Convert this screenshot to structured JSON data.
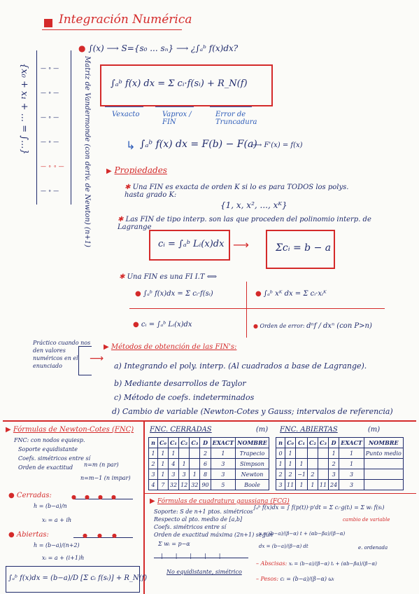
{
  "title": "Integración Numérica",
  "top": {
    "question": "∫(x) ⟶ S={s₀ ... sₙ} ⟶ ¿∫ₐᵇ f(x)dx?",
    "main_formula": "∫ₐᵇ f(x) dx = Σ cᵢ·f(sᵢ) + R_N(f)",
    "labels": [
      "Vexacto",
      "Vaprox / FIN",
      "Error de Truncadura"
    ],
    "ftc": "∫ₐᵇ f(x) dx = F(b) − F(a)",
    "ftc_deriv": "F'(x) = f(x)"
  },
  "side": {
    "vertical_note": "Matriz de Vandermonde (con deriv. de Newton) (n+1)",
    "system": "{x₀ + x₁ + ... = ∫...}"
  },
  "props": {
    "heading": "Propiedades",
    "p1": "Una FIN es exacta de orden K si lo es para TODOS los polys. hasta grado K:",
    "p1_set": "{1, x, x², ..., xᴷ}",
    "p2": "Las FIN de tipo interp. son las que proceden del polinomio interp. de Lagrange",
    "ci_formula": "cᵢ = ∫ₐᵇ Lᵢ(x)dx",
    "sum_formula": "Σcᵢ = b − a",
    "p3": "Una FIN es una FI I.T ⟺",
    "p3_f1": "∫ₐᵇ f(x)dx = Σ cᵢ·f(sᵢ)",
    "p3_f2": "∫ₐᵇ xᴷ dx = Σ cᵢ·xᵢᴷ",
    "p3_f3": "cᵢ = ∫ₐᵇ Lᵢ(x)dx",
    "p3_f4_label": "Orden de error:",
    "p3_f4": "dⁿf / dxⁿ (con P>n)"
  },
  "methods": {
    "side_note": "Práctico cuando nos den valores numéricos en el enunciado",
    "heading": "Métodos de obtención de las FIN's:",
    "items": [
      "a) Integrando el poly. interp. (Al cuadrados a base de Lagrange).",
      "b) Mediante desarrollos de Taylor",
      "c) Método de coefs. indeterminados",
      "d) Cambio de variable (Newton-Cotes y Gauss; intervalos de referencia)"
    ]
  },
  "nc": {
    "heading": "Fórmulas de Newton-Cotes (FNC)",
    "items": [
      "FNC: con nodos equiesp.",
      "Soporte equidistante",
      "Coefs. simétricos entre sí",
      "Orden de exactitud"
    ],
    "order1": "n=m (n par)",
    "order2": "n=m−1 (n impar)",
    "cerradas": "Cerradas:",
    "cerradas_h": "h = (b−a)/n",
    "cerradas_x": "xᵢ = a + ih",
    "abiertas": "Abiertas:",
    "abiertas_h": "h = (b−a)/(n+2)",
    "abiertas_x": "xᵢ = a + (i+1)h",
    "bottom_formula": "∫ₐᵇ f(x)dx = (b−a)/D [Σ cᵢ f(sᵢ)] + R_N(f)"
  },
  "table_c": {
    "title": "FNC. CERRADAS",
    "m_label": "(m)",
    "headers": [
      "n",
      "C₀",
      "C₁",
      "C₂",
      "C₃",
      "D",
      "EXACT",
      "NOMBRE"
    ],
    "rows": [
      [
        "1",
        "1",
        "1",
        "",
        "",
        "2",
        "1",
        "Trapecio"
      ],
      [
        "2",
        "1",
        "4",
        "1",
        "",
        "6",
        "3",
        "Simpson"
      ],
      [
        "3",
        "1",
        "3",
        "3",
        "1",
        "8",
        "3",
        "Newton"
      ],
      [
        "4",
        "7",
        "32",
        "12",
        "32",
        "90",
        "5",
        "Boole"
      ]
    ]
  },
  "table_a": {
    "title": "FNC. ABIERTAS",
    "m_label": "(m)",
    "headers": [
      "n",
      "C₀",
      "C₁",
      "C₂",
      "C₃",
      "D",
      "EXACT",
      "NOMBRE"
    ],
    "rows": [
      [
        "0",
        "1",
        "",
        "",
        "",
        "1",
        "1",
        "Punto medio"
      ],
      [
        "1",
        "1",
        "1",
        "",
        "",
        "2",
        "1",
        ""
      ],
      [
        "2",
        "2",
        "−1",
        "2",
        "",
        "3",
        "3",
        ""
      ],
      [
        "3",
        "11",
        "1",
        "1",
        "11",
        "24",
        "3",
        ""
      ]
    ]
  },
  "gauss": {
    "heading": "Fórmulas de cuadratura gaussiana (FCG)",
    "items": [
      "Soporte: S de n+1 ptos. simétricos",
      "Respecto al pto. medio de [a,b]",
      "Coefs. simétricos entre sí",
      "Orden de exactitud máxima (2n+1) según"
    ],
    "sum_nodes": "Σ wᵢ = p−α",
    "note": "No equidistante, simétrico",
    "formula": "∫ₐᵇ f(x)dx = ∫ f(p(t))·p'dt = Σ cᵢ·g(tᵢ) = Σ wᵢ f(sᵢ)",
    "change": "cambio de variable",
    "x_map": "x = (b−a)/(β−α) t + (αb−βa)/(β−α)",
    "dx_map": "dx = (b−a)/(β−α) dt",
    "domain": "e. ordenada",
    "abscisas": "Abscisas:",
    "abscisas_f": "xᵢ = (b−a)/(β−α) tᵢ + (αb−βa)/(β−α)",
    "pesos": "Pesos:",
    "pesos_f": "cᵢ = (b−a)/(β−α) ωᵢ"
  }
}
